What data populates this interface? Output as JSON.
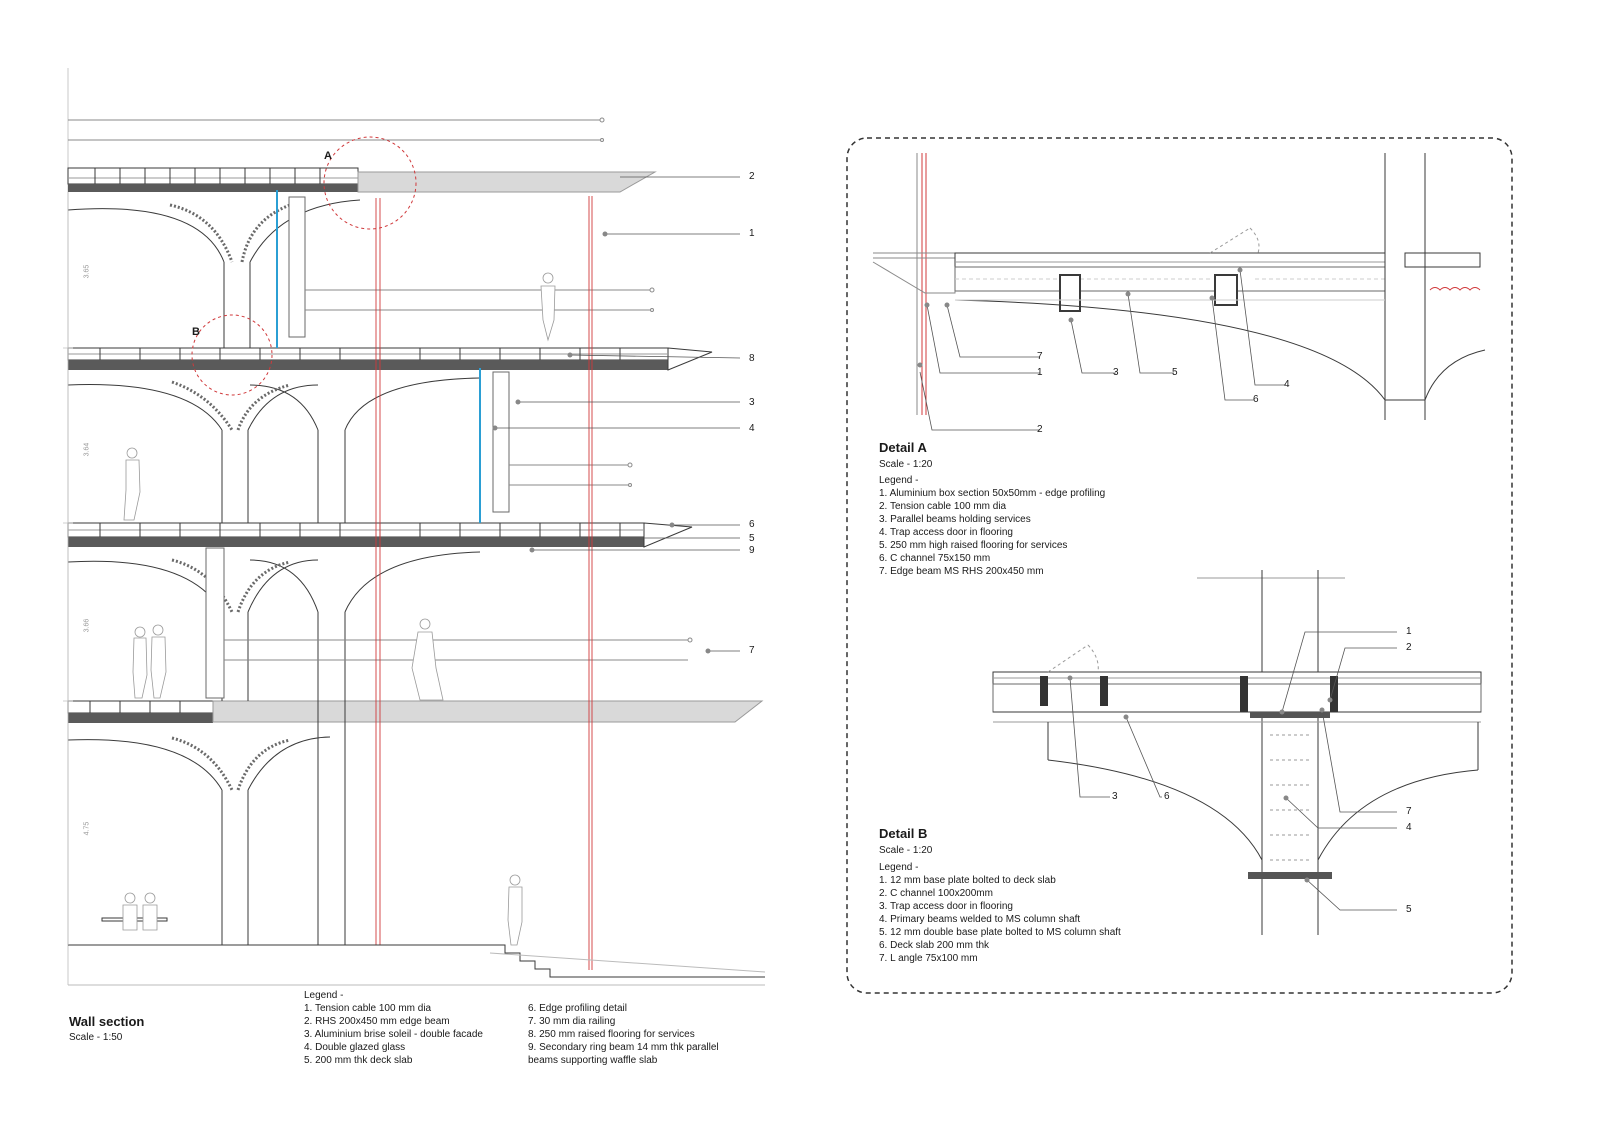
{
  "wall_section": {
    "title": "Wall section",
    "scale": "Scale - 1:50",
    "legend_heading": "Legend -",
    "legend_col1": [
      "1. Tension cable 100 mm dia",
      "2. RHS 200x450 mm edge beam",
      "3. Aluminium brise soleil - double facade",
      "4. Double glazed glass",
      "5. 200 mm thk deck slab"
    ],
    "legend_col2": [
      "6. Edge profiling detail",
      "7. 30 mm dia railing",
      "8. 250 mm raised flooring for services",
      "9. Secondary ring beam 14 mm thk parallel",
      "beams supporting waffle slab"
    ],
    "callouts": [
      "2",
      "1",
      "8",
      "3",
      "4",
      "6",
      "5",
      "9",
      "7"
    ],
    "detail_marks": [
      "A",
      "B"
    ],
    "level_dims": [
      "3.65",
      "3.64",
      "3.66",
      "4.75"
    ]
  },
  "detail_a": {
    "title": "Detail A",
    "scale": "Scale - 1:20",
    "legend_heading": "Legend -",
    "legend": [
      "1. Aluminium box section 50x50mm - edge profiling",
      "2. Tension cable 100 mm dia",
      "3. Parallel beams holding services",
      "4. Trap access door in flooring",
      "5. 250 mm high raised flooring for services",
      "6. C channel 75x150 mm",
      "7. Edge beam MS RHS 200x450 mm"
    ],
    "callouts": [
      "7",
      "1",
      "2",
      "3",
      "5",
      "6",
      "4"
    ]
  },
  "detail_b": {
    "title": "Detail B",
    "scale": "Scale - 1:20",
    "legend_heading": "Legend -",
    "legend": [
      "1. 12 mm base plate bolted to deck slab",
      "2. C channel 100x200mm",
      "3. Trap access door in flooring",
      "4. Primary beams welded to MS column shaft",
      "5. 12 mm double base plate bolted to MS column shaft",
      "6. Deck slab 200 mm thk",
      "7. L angle 75x100 mm"
    ],
    "callouts": [
      "1",
      "2",
      "3",
      "6",
      "7",
      "4",
      "5"
    ]
  },
  "colors": {
    "line": "#3a3a3a",
    "slab": "#5a5a5a",
    "canopy": "#d9d9d9",
    "cable": "#d0393b",
    "glass": "#2b9fd4",
    "leader": "#555555"
  }
}
